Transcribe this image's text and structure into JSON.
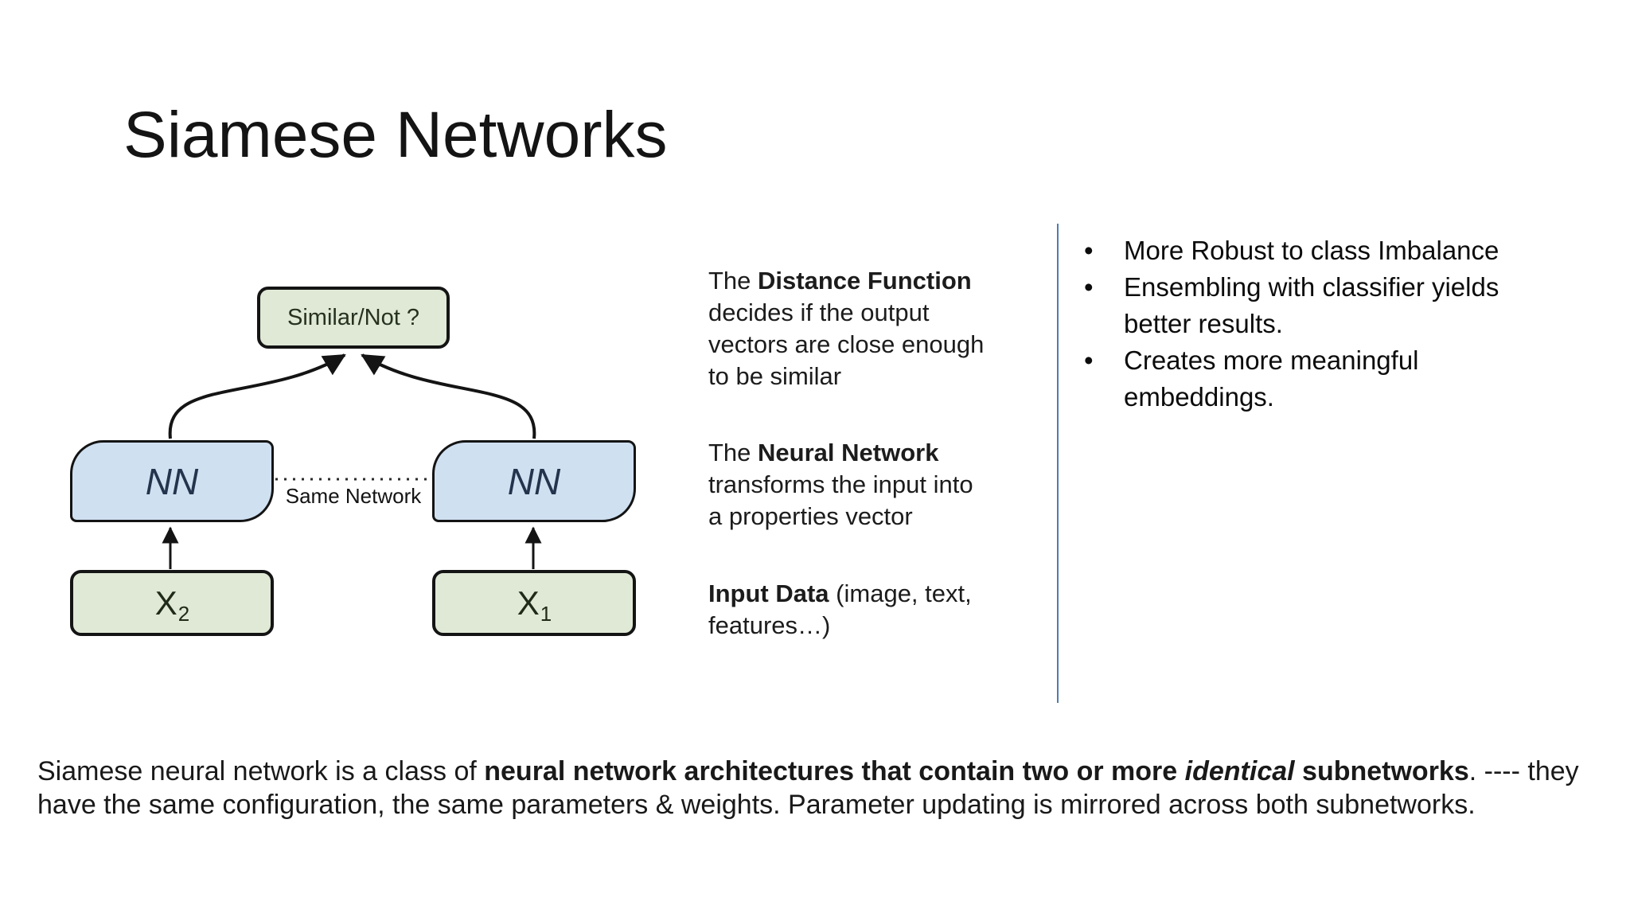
{
  "slide": {
    "title": "Siamese Networks",
    "background": "#ffffff"
  },
  "diagram": {
    "output_box_label": "Similar/Not ?",
    "nn_left_label": "NN",
    "nn_right_label": "NN",
    "same_network_label": "Same Network",
    "input_left": {
      "base": "X",
      "sub": "2"
    },
    "input_right": {
      "base": "X",
      "sub": "1"
    },
    "colors": {
      "green_fill": "#dfe9d6",
      "blue_fill": "#cfe0f1",
      "outline": "#141414"
    }
  },
  "explanations": {
    "distance_function": {
      "lines": [
        [
          {
            "t": "The "
          },
          {
            "t": "Distance Function",
            "b": true
          }
        ],
        [
          {
            "t": "decides if the output"
          }
        ],
        [
          {
            "t": "vectors are close enough"
          }
        ],
        [
          {
            "t": "to be similar"
          }
        ]
      ]
    },
    "neural_network": {
      "lines": [
        [
          {
            "t": "The "
          },
          {
            "t": "Neural Network",
            "b": true
          }
        ],
        [
          {
            "t": "transforms the input into"
          }
        ],
        [
          {
            "t": "a properties vector"
          }
        ]
      ]
    },
    "input_data": {
      "lines": [
        [
          {
            "t": "Input Data",
            "b": true
          },
          {
            "t": " (image, text,"
          }
        ],
        [
          {
            "t": "features…)"
          }
        ]
      ]
    }
  },
  "right_panel": {
    "bullet_char": "•",
    "divider_color": "#4f7cb0",
    "bullets": [
      {
        "lines": [
          "More Robust to class Imbalance"
        ]
      },
      {
        "lines": [
          "Ensembling with classifier yields",
          "better results."
        ]
      },
      {
        "lines": [
          "Creates more meaningful",
          "embeddings."
        ]
      }
    ]
  },
  "footer": {
    "lines": [
      [
        {
          "t": "Siamese neural network is a class of "
        },
        {
          "t": "neural network architectures that contain two or more ",
          "b": true
        },
        {
          "t": "identical",
          "b": true,
          "i": true
        },
        {
          "t": " subnetworks",
          "b": true
        },
        {
          "t": ". ---- they"
        }
      ],
      [
        {
          "t": "have the same configuration, the same parameters & weights. Parameter updating is mirrored across both subnetworks."
        }
      ]
    ]
  }
}
